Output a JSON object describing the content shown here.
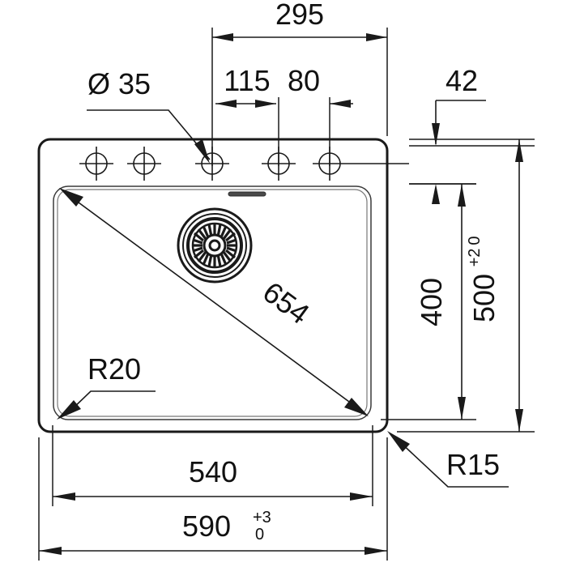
{
  "drawing": {
    "title": "Kitchen sink technical dimension drawing",
    "units": "mm",
    "line_color": "#1a1a1a",
    "background_color": "#ffffff"
  },
  "dimensions": {
    "top_overall": {
      "label": "295",
      "value": 295
    },
    "top_first": {
      "label": "115",
      "value": 115
    },
    "top_second": {
      "label": "80",
      "value": 80
    },
    "hole_diameter": {
      "label": "Ø 35",
      "value": 35
    },
    "edge_offset": {
      "label": "42",
      "value": 42
    },
    "bowl_height": {
      "label": "400",
      "value": 400
    },
    "overall_height": {
      "label": "500",
      "value": 500,
      "tol_upper": "+2",
      "tol_lower": "0"
    },
    "diagonal": {
      "label": "654",
      "value": 654
    },
    "inner_radius": {
      "label": "R20",
      "value": 20
    },
    "outer_radius": {
      "label": "R15",
      "value": 15
    },
    "bowl_width": {
      "label": "540",
      "value": 540
    },
    "overall_width": {
      "label": "590",
      "value": 590,
      "tol_upper": "+3",
      "tol_lower": "0"
    }
  },
  "features": {
    "tap_holes_count": 5,
    "tap_hole_name": "tap-hole",
    "drain_name": "drain-strainer",
    "overflow_name": "overflow-slot",
    "sink_body_name": "sink-outer-body",
    "sink_bowl_name": "sink-inner-bowl"
  }
}
